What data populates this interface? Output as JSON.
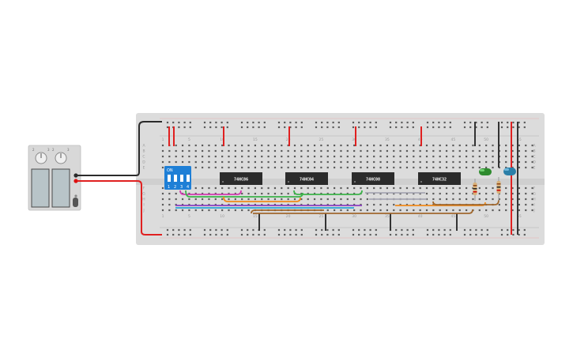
{
  "breadboard": {
    "column_labels": [
      "1",
      "5",
      "10",
      "15",
      "20",
      "25",
      "30",
      "35",
      "40",
      "45",
      "50",
      "55"
    ],
    "row_labels_top": [
      "A",
      "B",
      "C",
      "D",
      "E"
    ],
    "row_labels_bottom": [
      "F",
      "G",
      "H",
      "I",
      "J"
    ]
  },
  "chips": [
    {
      "id": "chip-1",
      "label": "74HC86"
    },
    {
      "id": "chip-2",
      "label": "74HC04"
    },
    {
      "id": "chip-3",
      "label": "74HC08"
    },
    {
      "id": "chip-4",
      "label": "74HC32"
    }
  ],
  "dip_switch": {
    "on_label": "ON",
    "positions": [
      "1",
      "2",
      "3",
      "4"
    ]
  },
  "power_supply": {
    "knob_marks": [
      "2",
      "3",
      "2",
      "3"
    ]
  },
  "leds": [
    {
      "name": "green-led",
      "color": "#2e8b2e"
    },
    {
      "name": "blue-led",
      "color": "#2b7fa8"
    }
  ],
  "colors": {
    "board": "#dcdcdc",
    "rail_red": "#e02020",
    "rail_dark": "#333333",
    "chip": "#2b2b2b",
    "dip": "#1e7fd6",
    "wire_magenta": "#d23ab0",
    "wire_green": "#3cb34a",
    "wire_gray": "#a8a8b4",
    "wire_orange": "#f08a1a",
    "wire_purple": "#8a3ec0",
    "wire_cyan": "#2aa3d6",
    "wire_brown": "#a0682e"
  }
}
